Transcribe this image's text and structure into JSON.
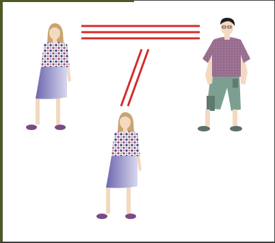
{
  "colors": {
    "connector": "#d42a2a",
    "border_accent": "#4d5a25",
    "border": "#3c3c3c",
    "skirt_light": "#d8d8ee",
    "skirt_dark": "#6d66b0",
    "man_shirt": "#9a6f90",
    "man_pants": "#7d9f91",
    "shoes": "#7b4a86",
    "hair_woman": "#c9a46e",
    "skin": "#f3d9c0"
  },
  "figures": [
    {
      "id": "woman-top-left",
      "kind": "woman"
    },
    {
      "id": "woman-bottom",
      "kind": "woman"
    },
    {
      "id": "man-top-right",
      "kind": "man"
    }
  ],
  "connectors": [
    {
      "id": "triple-line-horizontal",
      "style": "triple"
    },
    {
      "id": "double-line-diagonal",
      "style": "double"
    }
  ]
}
